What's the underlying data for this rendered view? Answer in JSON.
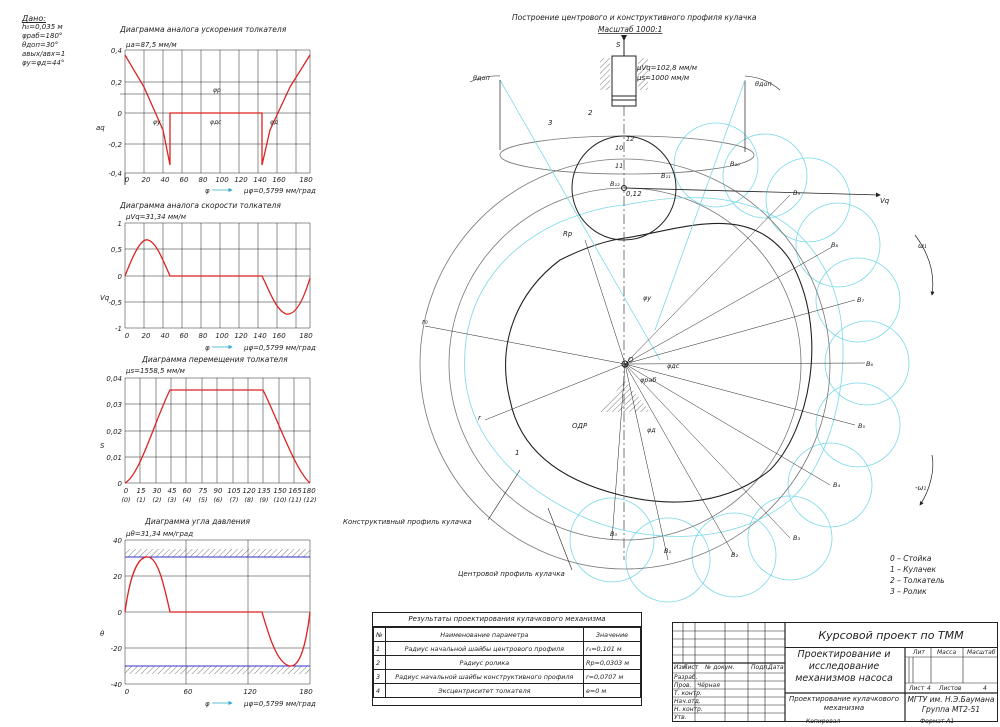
{
  "given": {
    "heading": "Дано:",
    "lines": [
      "h₀=0,035 м",
      "φраб=180°",
      "θдоп=30°",
      "aвых/aвх=1",
      "φу=φд=44°"
    ]
  },
  "diagrams": {
    "accel": {
      "title": "Диаграмма аналога ускорения толкателя",
      "scale": "μa=87,5 мм/м",
      "ylabel": "aq",
      "yticks": [
        "0,4",
        "0,2",
        "0",
        "-0,2",
        "-0,4"
      ],
      "xticks": [
        "0",
        "20",
        "40",
        "60",
        "80",
        "100",
        "120",
        "140",
        "160",
        "180"
      ],
      "xlabel": "φ",
      "xscale": "μφ=0,5799 мм/град",
      "phases": [
        "φу",
        "φдс",
        "φд",
        "φр"
      ]
    },
    "velocity": {
      "title": "Диаграмма аналога скорости толкателя",
      "scale": "μVq=31,34 мм/м",
      "ylabel": "Vq",
      "yticks": [
        "1",
        "0,5",
        "0",
        "-0,5",
        "-1"
      ],
      "xticks": [
        "0",
        "20",
        "40",
        "60",
        "80",
        "100",
        "120",
        "140",
        "160",
        "180"
      ],
      "xlabel": "φ",
      "xscale": "μφ=0,5799 мм/град"
    },
    "displacement": {
      "title": "Диаграмма перемещения толкателя",
      "scale": "μs=1558,5 мм/м",
      "ylabel": "S",
      "yticks": [
        "0,04",
        "0,03",
        "0,02",
        "0,01",
        "0"
      ],
      "xticks": [
        "0",
        "15",
        "30",
        "45",
        "60",
        "75",
        "90",
        "105",
        "120",
        "135",
        "150",
        "165",
        "180"
      ],
      "xpos": [
        "(0)",
        "(1)",
        "(2)",
        "(3)",
        "(4)",
        "(5)",
        "(6)",
        "(7)",
        "(8)",
        "(9)",
        "(10)",
        "(11)",
        "(12)"
      ]
    },
    "pressure": {
      "title": "Диаграмма угла давления",
      "scale": "μθ=31,34 мм/град",
      "ylabel": "θ",
      "yticks": [
        "40",
        "20",
        "0",
        "-20",
        "-40"
      ],
      "xticks": [
        "0",
        "60",
        "120",
        "180"
      ],
      "xlabel": "φ",
      "xscale": "μφ=0,5799 мм/град"
    }
  },
  "cam": {
    "title": "Построение центрового и конструктивного профиля кулачка",
    "scale_label": "Масштаб 1000:1",
    "mu_vq": "μVq=102,8 мм/м",
    "mu_s": "μs=1000 мм/м",
    "labels": {
      "S": "S",
      "Vq": "Vq",
      "omega": "ω₁",
      "neg_omega": "-ω₁",
      "O": "O",
      "odr": "ОДР",
      "r": "r",
      "r0": "r₀",
      "rr": "Rр",
      "e012": "0,12",
      "theta_left": "θдоп",
      "theta_right": "θдоп",
      "n1": "1",
      "n2": "2",
      "n3": "3",
      "n10": "10",
      "n11": "11",
      "n12": "12",
      "phi_y": "φу",
      "phi_d": "φд",
      "phi_ds": "φдс",
      "phi_raq": "φраб",
      "B_points": [
        "B₁",
        "B₂",
        "B₃",
        "B₄",
        "B₅",
        "B₆",
        "B₇",
        "B₈",
        "B₉",
        "B₁₀",
        "B₁₁",
        "B₁₂",
        "B₀"
      ]
    },
    "constructive_caption": "Конструктивный профиль кулачка",
    "center_caption": "Центровой профиль кулачка"
  },
  "legend": [
    "0 – Стойка",
    "1 – Кулачек",
    "2 – Толкатель",
    "3 – Ролик"
  ],
  "results": {
    "title": "Результаты проектирования кулачкового механизма",
    "headers": [
      "№",
      "Наименование параметра",
      "Значение"
    ],
    "rows": [
      [
        "1",
        "Радиус начальной шайбы центрового профиля",
        "r₀=0,101 м"
      ],
      [
        "2",
        "Радиус ролика",
        "Rр=0,0303 м"
      ],
      [
        "3",
        "Радиус начальной шайбы конструктивного профиля",
        "r=0,0707 м"
      ],
      [
        "4",
        "Эксцентриситет толкателя",
        "e=0 м"
      ]
    ]
  },
  "stamp": {
    "course": "Курсовой проект по ТММ",
    "project": "Проектирование и исследование механизмов насоса",
    "doc": "Проектирование кулачкового механизма",
    "org": "МГТУ им. Н.Э.Баумана Группа МТ2-51",
    "header_cells": [
      "Лит",
      "Масса",
      "Масштаб"
    ],
    "sheet": "Лист",
    "sheets": "Листов",
    "sheet_no": "4",
    "sheets_no": "4",
    "left_rows": [
      "Изм",
      "Лист",
      "№ докум.",
      "Подп.",
      "Дата"
    ],
    "roles": [
      "Разраб.",
      "Пров.",
      "Т. контр.",
      "Нач.отд.",
      "Н. контр.",
      "Утв."
    ],
    "checker": "Чёрная",
    "copied": "Копировал",
    "format": "Формат А1"
  }
}
